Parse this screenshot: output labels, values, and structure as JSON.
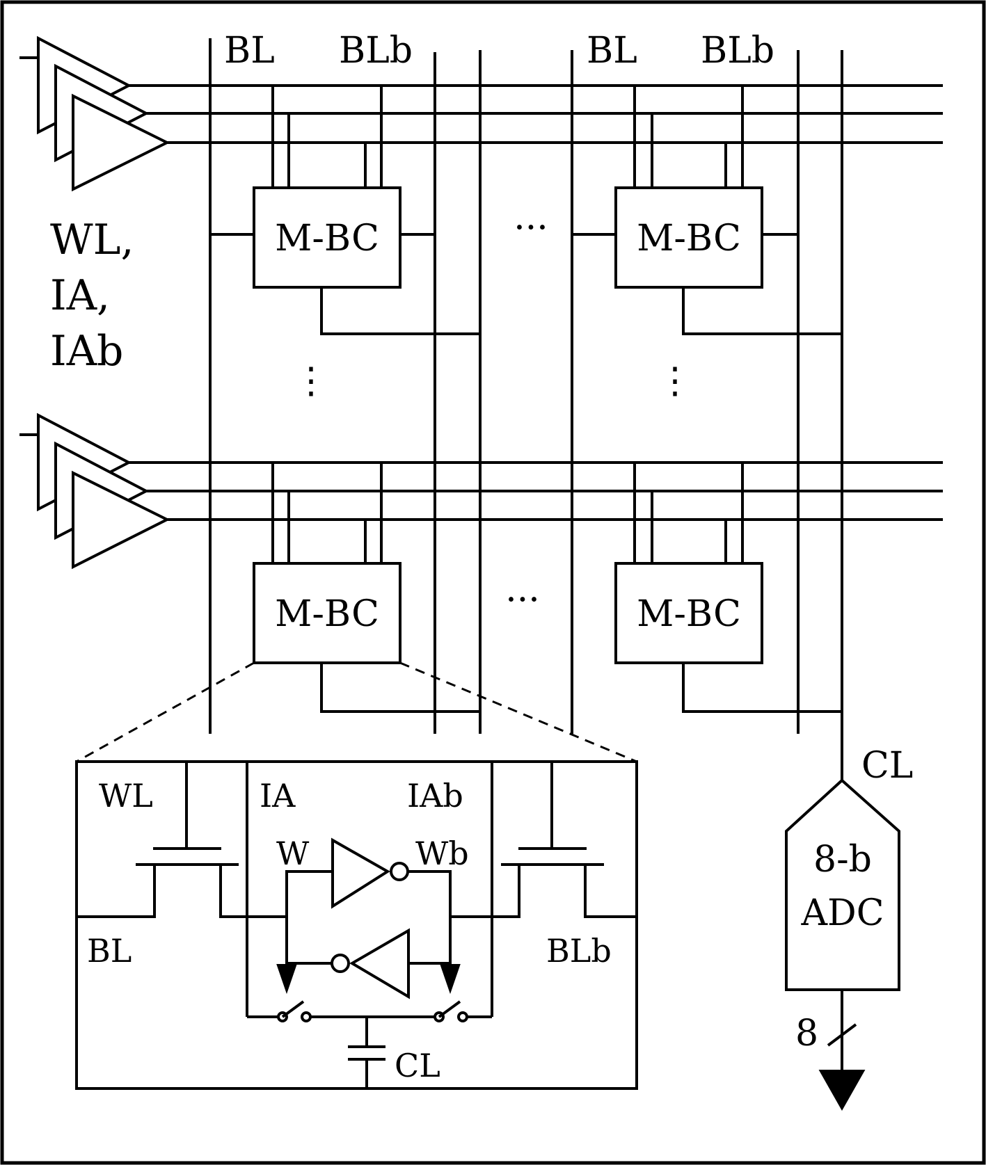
{
  "diagram": {
    "column_labels": [
      "BL",
      "BLb",
      "BL",
      "BLb"
    ],
    "driver_label_lines": [
      "WL,",
      "IA,",
      "IAb"
    ],
    "cell_label": "M-BC",
    "dots_horizontal": "···",
    "dots_vertical": "⋮",
    "adc_output_node": "CL",
    "adc_label_lines": [
      "8-b",
      "ADC"
    ],
    "adc_bus_width": "8",
    "detail": {
      "wl": "WL",
      "ia": "IA",
      "iab": "IAb",
      "w": "W",
      "wb": "Wb",
      "bl": "BL",
      "blb": "BLb",
      "cl": "CL"
    }
  }
}
